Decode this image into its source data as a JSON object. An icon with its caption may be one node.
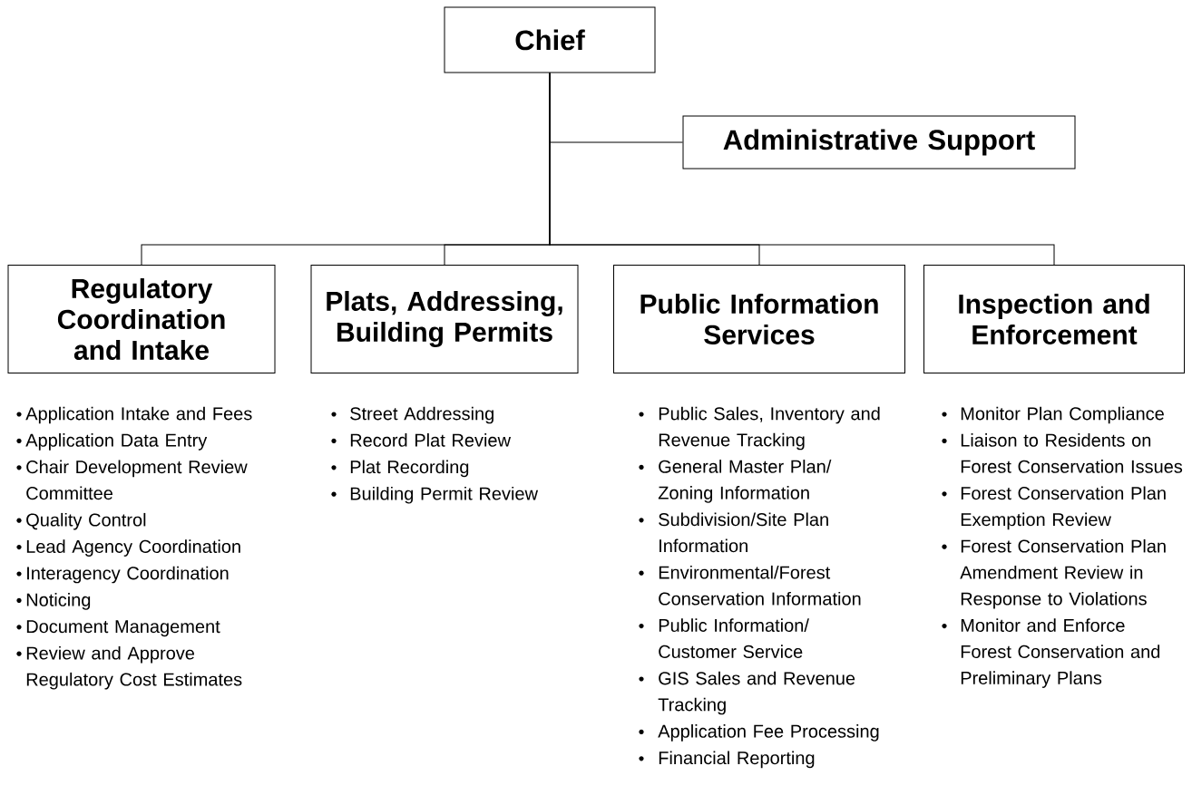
{
  "diagram": {
    "nodes": [
      {
        "text": [
          "Chief"
        ]
      },
      {
        "text": [
          "Administrative Support"
        ]
      },
      {
        "text": [
          "Regulatory Coordination and Intake"
        ],
        "beside": [
          "Application Intake and Fees",
          "Application Data Entry",
          "Chair Development Review Committee",
          "Quality Control",
          "Lead Agency Coordination",
          "Interagency Coordination",
          "Noticing",
          "Document Management",
          "Review and Approve Regulatory Cost Estimates"
        ]
      },
      {
        "text": [
          "Plats, Addressing, Building Permits"
        ],
        "beside": [
          "Street Addressing",
          "Record Plat Review",
          "Plat Recording",
          "Building Permit Review"
        ]
      },
      {
        "text": [
          "Public Information Services"
        ],
        "beside": [
          "Public Sales, Inventory and Revenue Tracking",
          "General Master Plan/ Zoning Information",
          "Subdivision/Site Plan Information",
          "Environmental/Forest Conservation Information",
          "Public Information/ Customer Service",
          "GIS Sales and Revenue Tracking",
          "Application Fee Processing",
          "Financial Reporting"
        ]
      },
      {
        "text": [
          "Inspection and Enforcement"
        ],
        "beside": [
          "Monitor Plan Compliance",
          "Liaison to Residents on Forest Conservation Issues",
          "Forest Conservation Plan Exemption Review",
          "Forest Conservation Plan Amendment Review in Response to Violations",
          "Monitor and Enforce Forest Conservation and Preliminary Plans"
        ]
      }
    ],
    "edges": [
      {
        "from": 0,
        "to": 1,
        "arrow": "none"
      },
      {
        "from": 0,
        "to": 2,
        "arrow": "none"
      },
      {
        "from": 0,
        "to": 3,
        "arrow": "none"
      },
      {
        "from": 0,
        "to": 4,
        "arrow": "none"
      },
      {
        "from": 0,
        "to": 5,
        "arrow": "none"
      }
    ]
  }
}
